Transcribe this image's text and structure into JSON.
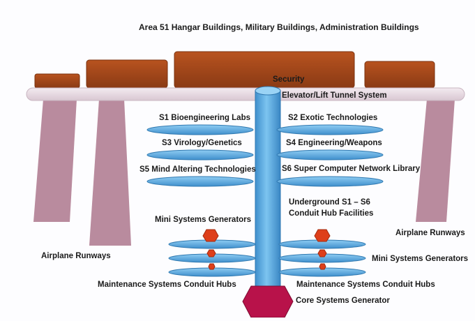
{
  "labels": {
    "title": "Area 51 Hangar Buildings, Military Buildings, Administration Buildings",
    "security": "Security",
    "elevator": "Elevator/Lift Tunnel System",
    "s1": "S1 Bioengineering Labs",
    "s2": "S2 Exotic Technologies",
    "s3": "S3 Virology/Genetics",
    "s4": "S4 Engineering/Weapons",
    "s5": "S5 Mind Altering Technologies",
    "s6": "S6 Super Computer Network Library",
    "underground_line1": "Underground S1 – S6",
    "underground_line2": "Conduit Hub Facilities",
    "mini_gen_left": "Mini Systems Generators",
    "mini_gen_right": "Mini Systems Generators",
    "runways_left": "Airplane Runways",
    "runways_right": "Airplane Runways",
    "maint_left": "Maintenance Systems Conduit Hubs",
    "maint_right": "Maintenance Systems Conduit Hubs",
    "core": "Core Systems Generator"
  },
  "colors": {
    "building": "#a0461a",
    "platform": "#e9dde4",
    "runway": "#b98b9e",
    "shaft": "#63afe0",
    "disc": "#5eaae0",
    "generator_small": "#de3f1a",
    "core_generator": "#b8124a"
  }
}
